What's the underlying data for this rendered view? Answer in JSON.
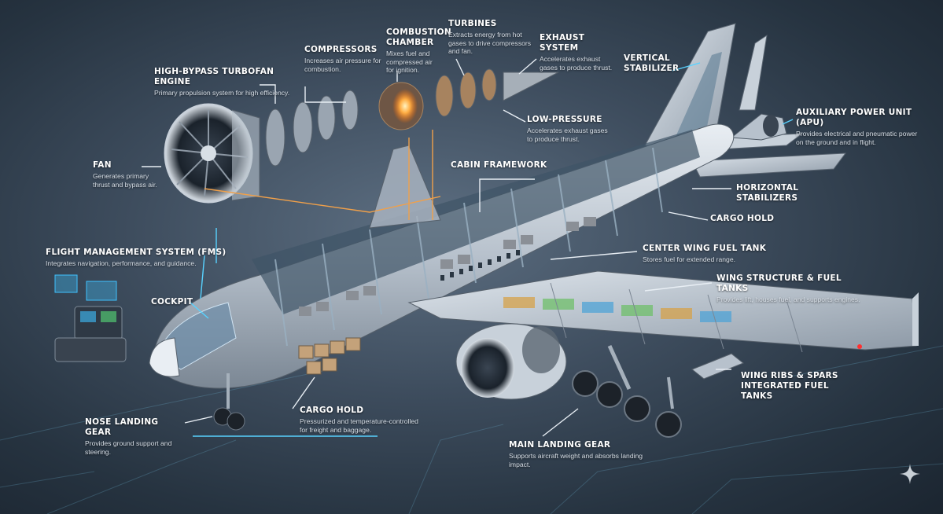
{
  "labels": {
    "high_bypass": {
      "title": "HIGH-BYPASS TURBOFAN ENGINE",
      "desc": "Primary propulsion system for high efficiency."
    },
    "compressors": {
      "title": "COMPRESSORS",
      "desc": "Increases air pressure for combustion."
    },
    "combustion": {
      "title": "COMBUSTION CHAMBER",
      "desc": "Mixes fuel and compressed air for ignition."
    },
    "turbines": {
      "title": "TURBINES",
      "desc": "Extracts energy from hot gases to drive compressors and fan."
    },
    "exhaust": {
      "title": "EXHAUST SYSTEM",
      "desc": "Accelerates exhaust gases to produce thrust."
    },
    "vertical_stab": {
      "title": "VERTICAL STABILIZER"
    },
    "apu": {
      "title": "AUXILIARY POWER UNIT (APU)",
      "desc": "Provides electrical and pneumatic power on the ground and in flight."
    },
    "low_pressure": {
      "title": "LOW-PRESSURE",
      "desc": "Accelerates exhaust gases to produce thrust."
    },
    "fan": {
      "title": "FAN",
      "desc": "Generates primary thrust and bypass air."
    },
    "cabin_framework": {
      "title": "CABIN FRAMEWORK"
    },
    "horizontal_stab": {
      "title": "HORIZONTAL STABILIZERS"
    },
    "cargo_hold_top": {
      "title": "CARGO HOLD"
    },
    "center_wing": {
      "title": "CENTER WING FUEL TANK",
      "desc": "Stores fuel for extended range."
    },
    "fms": {
      "title": "FLIGHT MANAGEMENT SYSTEM (FMS)",
      "desc": "Integrates navigation, performance, and guidance."
    },
    "wing_structure": {
      "title": "WING STRUCTURE & FUEL TANKS",
      "desc": "Provides lift, houses fuel, and supports engines."
    },
    "cockpit": {
      "title": "COCKPIT"
    },
    "wing_ribs": {
      "title": "WING RIBS & SPARS",
      "title2": "INTEGRATED FUEL TANKS"
    },
    "cargo_hold_bottom": {
      "title": "CARGO HOLD",
      "desc": "Pressurized and temperature-controlled for freight and baggage."
    },
    "nose_gear": {
      "title": "NOSE LANDING GEAR",
      "desc": "Provides ground support and steering."
    },
    "main_gear": {
      "title": "MAIN LANDING GEAR",
      "desc": "Supports aircraft weight and absorbs landing impact."
    }
  },
  "colors": {
    "callout_white": "#e8eef4",
    "callout_orange": "#f0a04a",
    "callout_cyan": "#58d2ff",
    "fuselage": "#c9d1da",
    "engine_glow": "#ff9a3a"
  }
}
